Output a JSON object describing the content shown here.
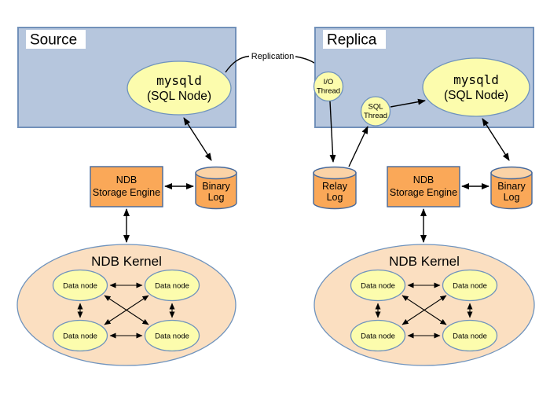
{
  "colors": {
    "box_fill": "#b6c6dd",
    "box_stroke": "#7291ba",
    "node_fill": "#fcfcad",
    "node_stroke": "#6f93bd",
    "orange_fill": "#faa858",
    "orange_stroke": "#45689b",
    "cylinder_cap_fill": "#fbd3a7",
    "kernel_fill": "#fbdfc1",
    "label_bg": "#ffffff",
    "arrow": "#000000"
  },
  "replication_label": "Replication",
  "source": {
    "title": "Source",
    "mysqld_title": "mysqld",
    "mysqld_subtitle": "(SQL Node)",
    "storage_engine_line1": "NDB",
    "storage_engine_line2": "Storage Engine",
    "binary_log_line1": "Binary",
    "binary_log_line2": "Log",
    "kernel_title": "NDB Kernel",
    "data_nodes": [
      "Data node",
      "Data node",
      "Data node",
      "Data node"
    ]
  },
  "replica": {
    "title": "Replica",
    "io_thread_line1": "I/O",
    "io_thread_line2": "Thread",
    "sql_thread_line1": "SQL",
    "sql_thread_line2": "Thread",
    "relay_log_line1": "Relay",
    "relay_log_line2": "Log",
    "mysqld_title": "mysqld",
    "mysqld_subtitle": "(SQL Node)",
    "storage_engine_line1": "NDB",
    "storage_engine_line2": "Storage Engine",
    "binary_log_line1": "Binary",
    "binary_log_line2": "Log",
    "kernel_title": "NDB Kernel",
    "data_nodes": [
      "Data node",
      "Data node",
      "Data node",
      "Data node"
    ]
  }
}
